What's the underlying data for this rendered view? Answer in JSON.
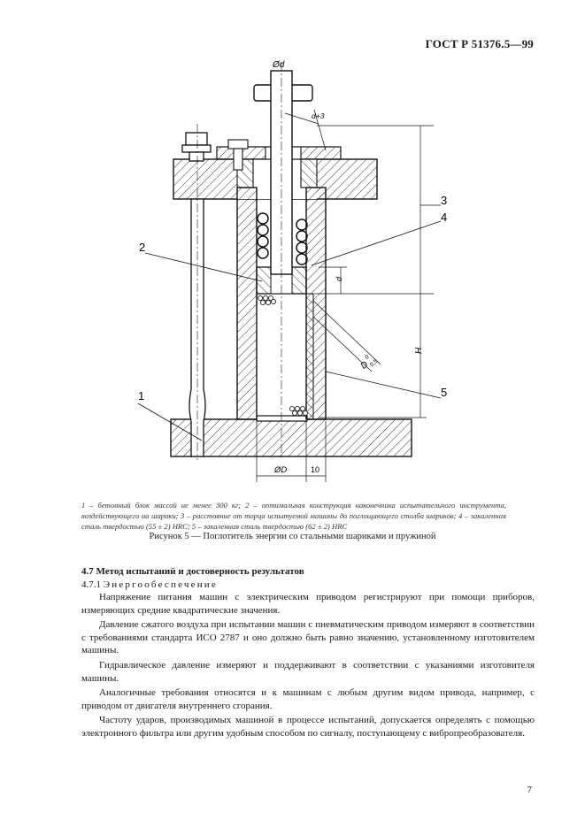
{
  "header": {
    "code": "ГОСТ Р 51376.5—99"
  },
  "figure": {
    "labels": {
      "dia_d": "Ød",
      "d_plus_3": "d+3",
      "dim_d": "d",
      "dim_H": "H",
      "dia_D": "ØD",
      "dim_10": "10",
      "tolerance_D": "D",
      "tolerance_sub": "0,5",
      "tolerance_sup": "0",
      "callout_1": "1",
      "callout_2": "2",
      "callout_3": "3",
      "callout_4": "4",
      "callout_5": "5"
    },
    "notes": "1 – бетонный блок массой не менее 300 кг; 2 – оптимальная конструкция наконечника испытательного инструмента, воздействующего на шарики; 3 – расстояние от торца испытуемой машины до поглощающего столба шариков; 4 – закаленная сталь твердостью (55 ± 2) HRC; 5 – закаленная сталь твердостью (62 ± 2) HRC",
    "title": "Рисунок 5 — Поглотитель энергии со стальными шариками и пружиной"
  },
  "section": {
    "heading": "4.7 Метод испытаний и достоверность результатов",
    "subsection_number": "4.7.1",
    "subsection_title": "Энергообеспечение"
  },
  "paragraphs": [
    "Напряжение питания машин с электрическим приводом регистрируют при помощи приборов, измеряющих средние квадратические значения.",
    "Давление сжатого воздуха при испытании машин с пневматическим приводом измеряют в соответствии с требованиями стандарта ИСО 2787 и оно должно быть равно значению, установленному изготовителем машины.",
    "Гидравлическое давление измеряют и поддерживают в соответствии с указаниями изготовителя машины.",
    "Аналогичные требования относятся и к машинам с любым другим видом привода, например, с приводом от двигателя внутреннего сгорания.",
    "Частоту ударов, производимых машиной в процессе испытаний, допускается определять с помощью электронного фильтра или другим удобным способом по сигналу, поступающему с вибропреобразователя."
  ],
  "page_number": "7"
}
